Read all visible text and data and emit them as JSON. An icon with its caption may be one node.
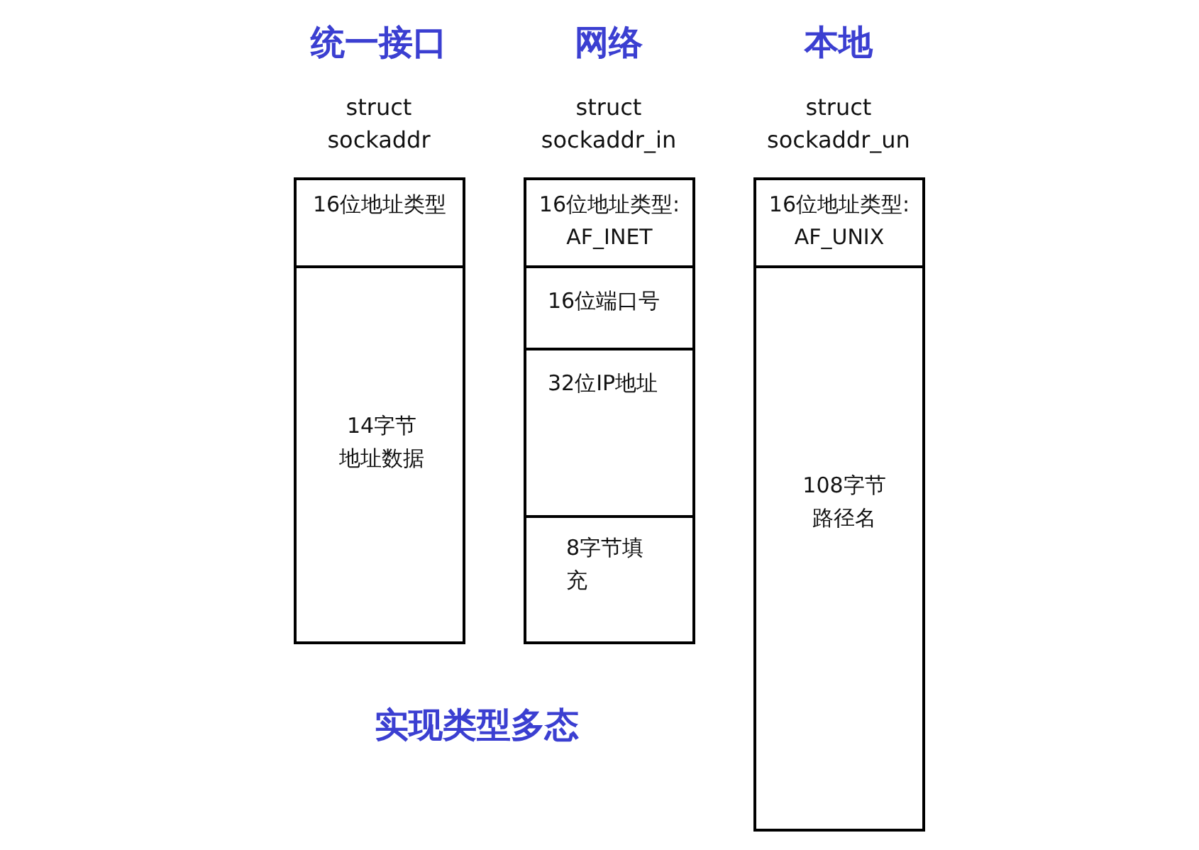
{
  "diagram": {
    "nodes": [
      {
        "text": [
          "统一接口",
          "struct sockaddr"
        ]
      },
      {
        "text": [
          "16位地址类型"
        ],
        "in": 0
      },
      {
        "text": [
          "14字节地址数据"
        ],
        "in": 0
      },
      {
        "text": [
          "网络",
          "struct sockaddr_in"
        ]
      },
      {
        "text": [
          "16位地址类型: AF_INET"
        ],
        "in": 3
      },
      {
        "text": [
          "16位端口号"
        ],
        "in": 3
      },
      {
        "text": [
          "32位IP地址"
        ],
        "in": 3
      },
      {
        "text": [
          "8字节填充"
        ],
        "in": 3
      },
      {
        "text": [
          "本地",
          "struct sockaddr_un"
        ]
      },
      {
        "text": [
          "16位地址类型: AF_UNIX"
        ],
        "in": 8
      },
      {
        "text": [
          "108字节路径名"
        ],
        "in": 8
      }
    ],
    "edges": [],
    "labels": [
      "实现类型多态"
    ]
  }
}
